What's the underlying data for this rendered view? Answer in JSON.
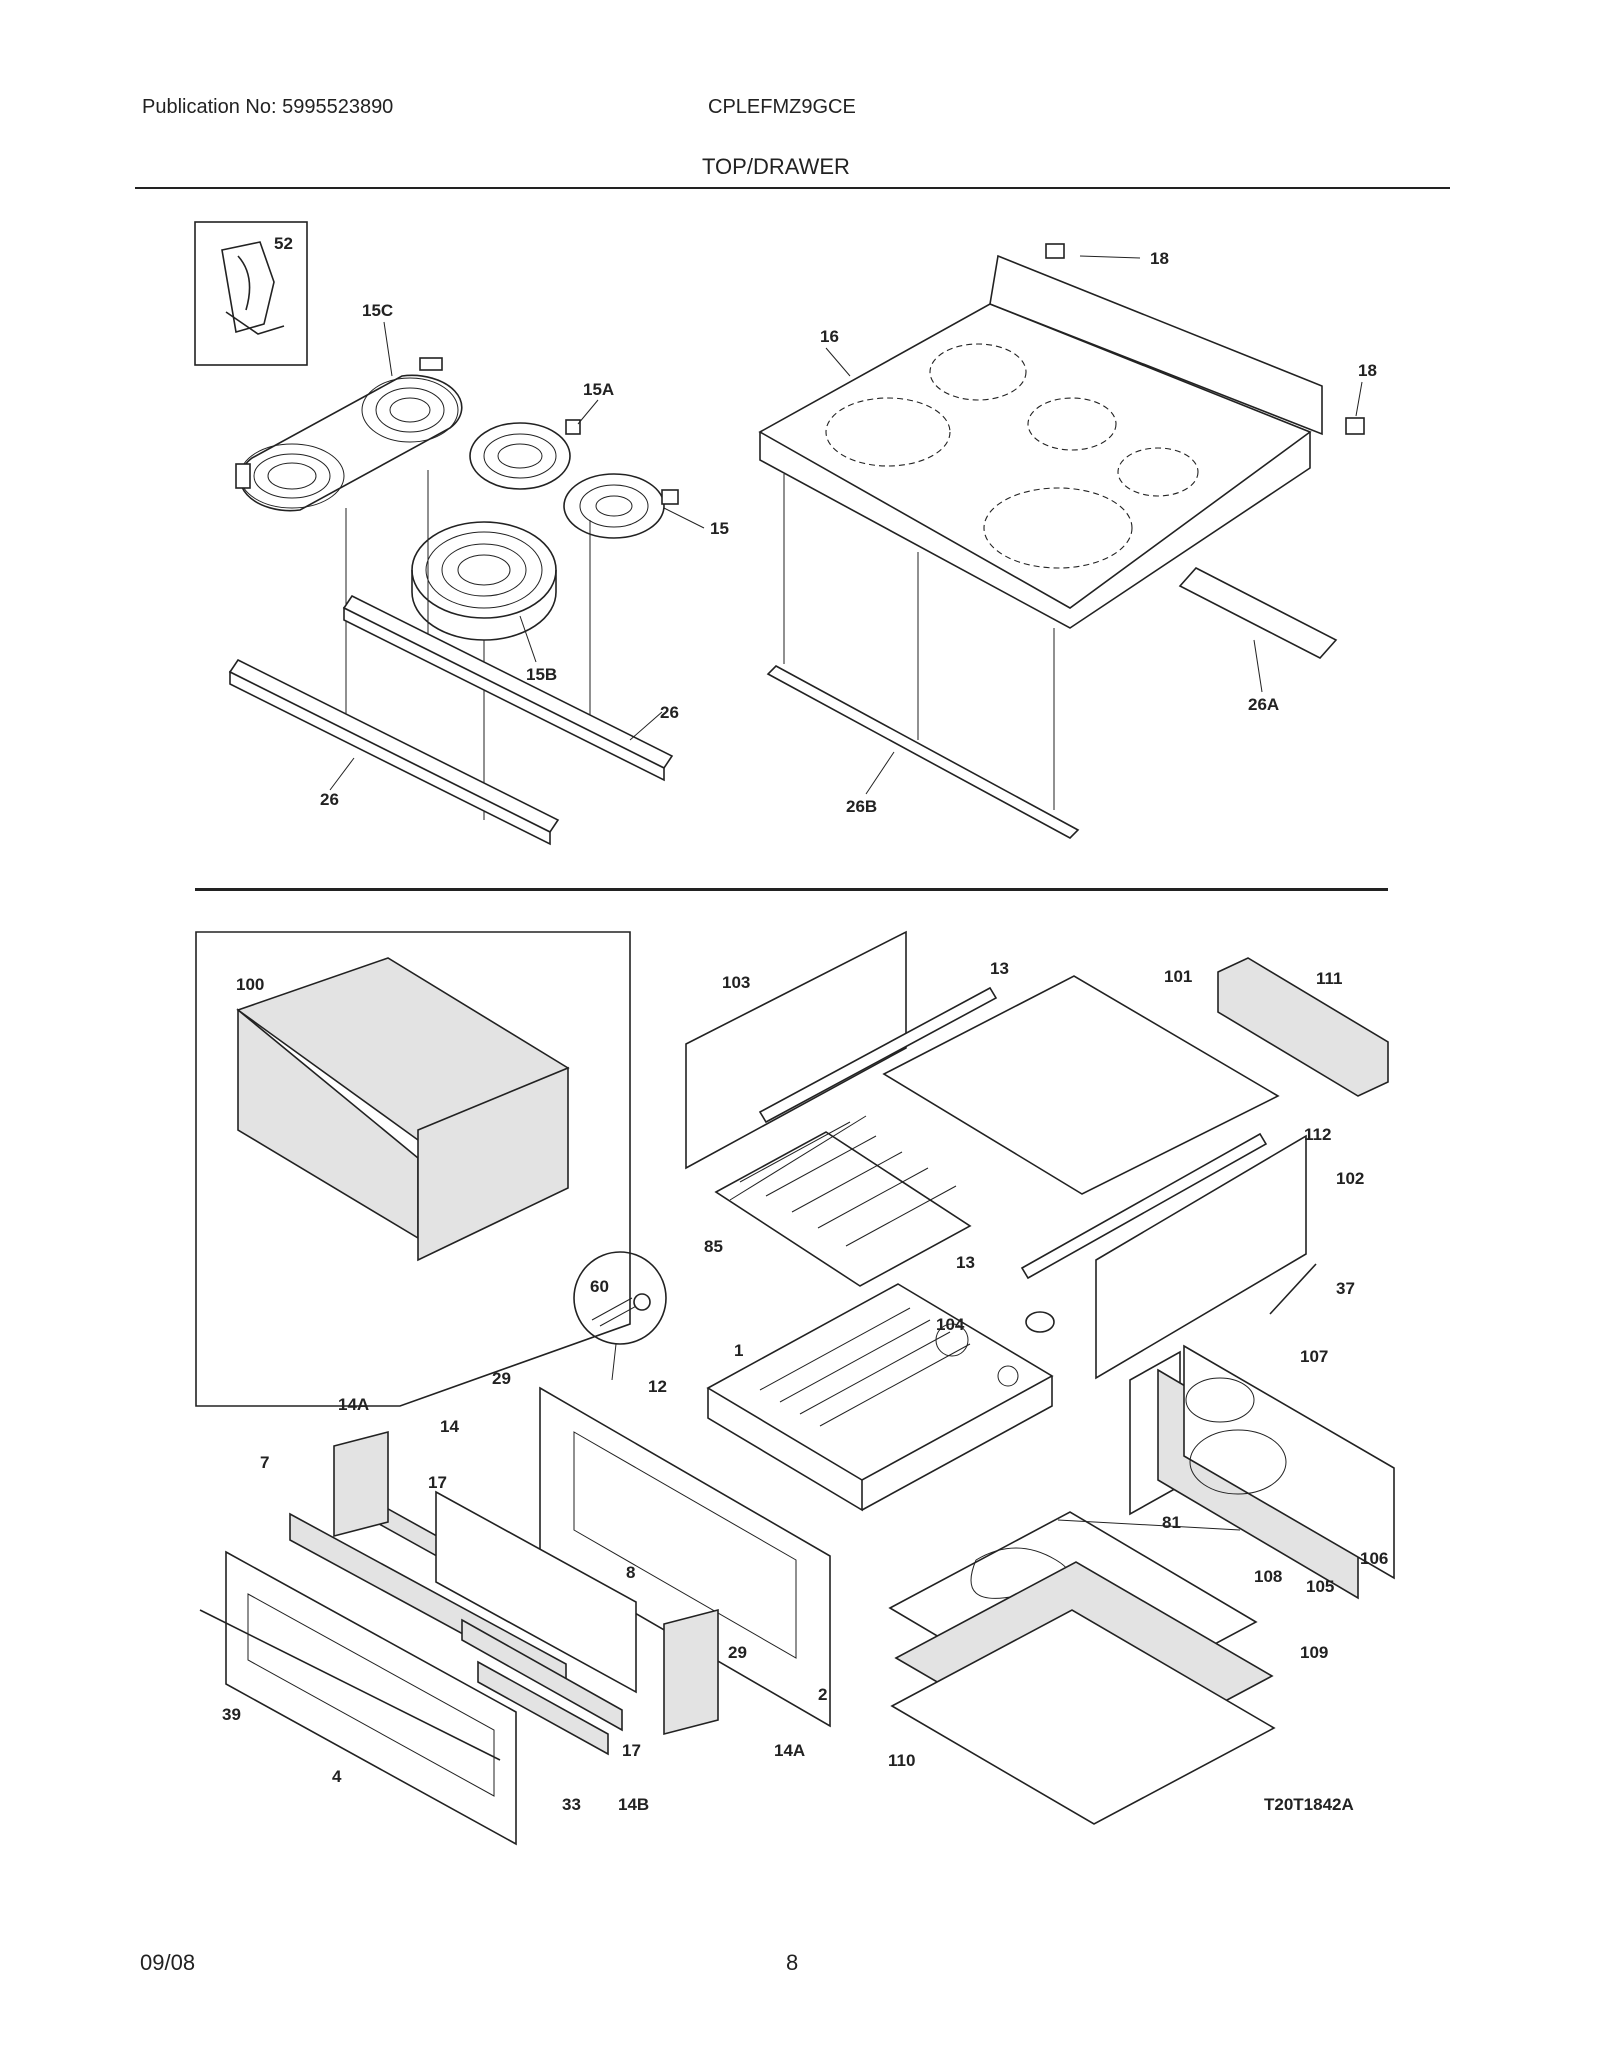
{
  "header": {
    "publication": "Publication No: 5995523890",
    "model": "CPLEFMZ9GCE",
    "section_title": "TOP/DRAWER"
  },
  "footer": {
    "date": "09/08",
    "page_number": "8"
  },
  "diagram_code": "T20T1842A",
  "part_callouts": {
    "p52": "52",
    "p15C": "15C",
    "p15A": "15A",
    "p15": "15",
    "p15B": "15B",
    "p26a": "26",
    "p26b": "26",
    "p16": "16",
    "p18a": "18",
    "p18b": "18",
    "p26A": "26A",
    "p26B": "26B",
    "p100": "100",
    "p103": "103",
    "p13a": "13",
    "p101": "101",
    "p111": "111",
    "p112": "112",
    "p102": "102",
    "p85": "85",
    "p13b": "13",
    "p37": "37",
    "p60": "60",
    "p104": "104",
    "p1": "1",
    "p107": "107",
    "p29a": "29",
    "p12": "12",
    "p14A_a": "14A",
    "p14": "14",
    "p7": "7",
    "p17a": "17",
    "p8": "8",
    "p81": "81",
    "p108": "108",
    "p105": "105",
    "p106": "106",
    "p29b": "29",
    "p2": "2",
    "p109": "109",
    "p39": "39",
    "p17b": "17",
    "p14A_b": "14A",
    "p4": "4",
    "p33": "33",
    "p14B": "14B",
    "p110": "110"
  }
}
